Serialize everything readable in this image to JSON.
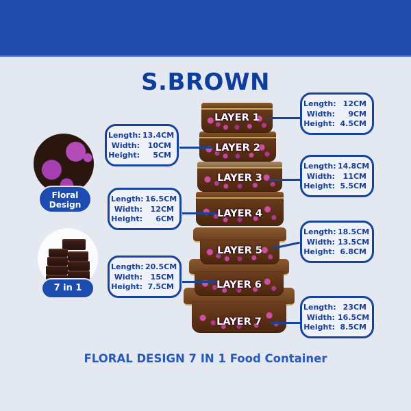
{
  "header": {
    "band_color": "#214cad"
  },
  "brand_title": "S.BROWN",
  "badges": {
    "floral": {
      "label_line1": "Floral",
      "label_line2": "Design",
      "icon": "floral-pattern-icon"
    },
    "set": {
      "label": "7 in 1",
      "icon": "container-set-icon"
    }
  },
  "layers": [
    {
      "name": "LAYER 1",
      "length_label": "Length:",
      "length": "12CM",
      "width_label": "Width:",
      "width": "9CM",
      "height_label": "Height:",
      "height": "4.5CM",
      "side": "right"
    },
    {
      "name": "LAYER 2",
      "length_label": "Length:",
      "length": "13.4CM",
      "width_label": "Width:",
      "width": "10CM",
      "height_label": "Height:",
      "height": "5CM",
      "side": "left"
    },
    {
      "name": "LAYER 3",
      "length_label": "Length:",
      "length": "14.8CM",
      "width_label": "Width:",
      "width": "11CM",
      "height_label": "Height:",
      "height": "5.5CM",
      "side": "right"
    },
    {
      "name": "LAYER 4",
      "length_label": "Length:",
      "length": "16.5CM",
      "width_label": "Width:",
      "width": "12CM",
      "height_label": "Height:",
      "height": "6CM",
      "side": "left"
    },
    {
      "name": "LAYER 5",
      "length_label": "Length:",
      "length": "18.5CM",
      "width_label": "Width:",
      "width": "13.5CM",
      "height_label": "Height:",
      "height": "6.8CM",
      "side": "right"
    },
    {
      "name": "LAYER 6",
      "length_label": "Length:",
      "length": "20.5CM",
      "width_label": "Width:",
      "width": "15CM",
      "height_label": "Height:",
      "height": "7.5CM",
      "side": "left"
    },
    {
      "name": "LAYER 7",
      "length_label": "Length:",
      "length": "23CM",
      "width_label": "Width:",
      "width": "16.5CM",
      "height_label": "Height:",
      "height": "8.5CM",
      "side": "right"
    }
  ],
  "footer_title": "FLORAL DESIGN 7 IN 1 Food Container",
  "colors": {
    "brand_blue": "#0e3d9c",
    "box_border": "#17439a",
    "background": "#e4e8f1",
    "container_brown": "#5a2f14",
    "flower_pink": "#d04ea6"
  }
}
